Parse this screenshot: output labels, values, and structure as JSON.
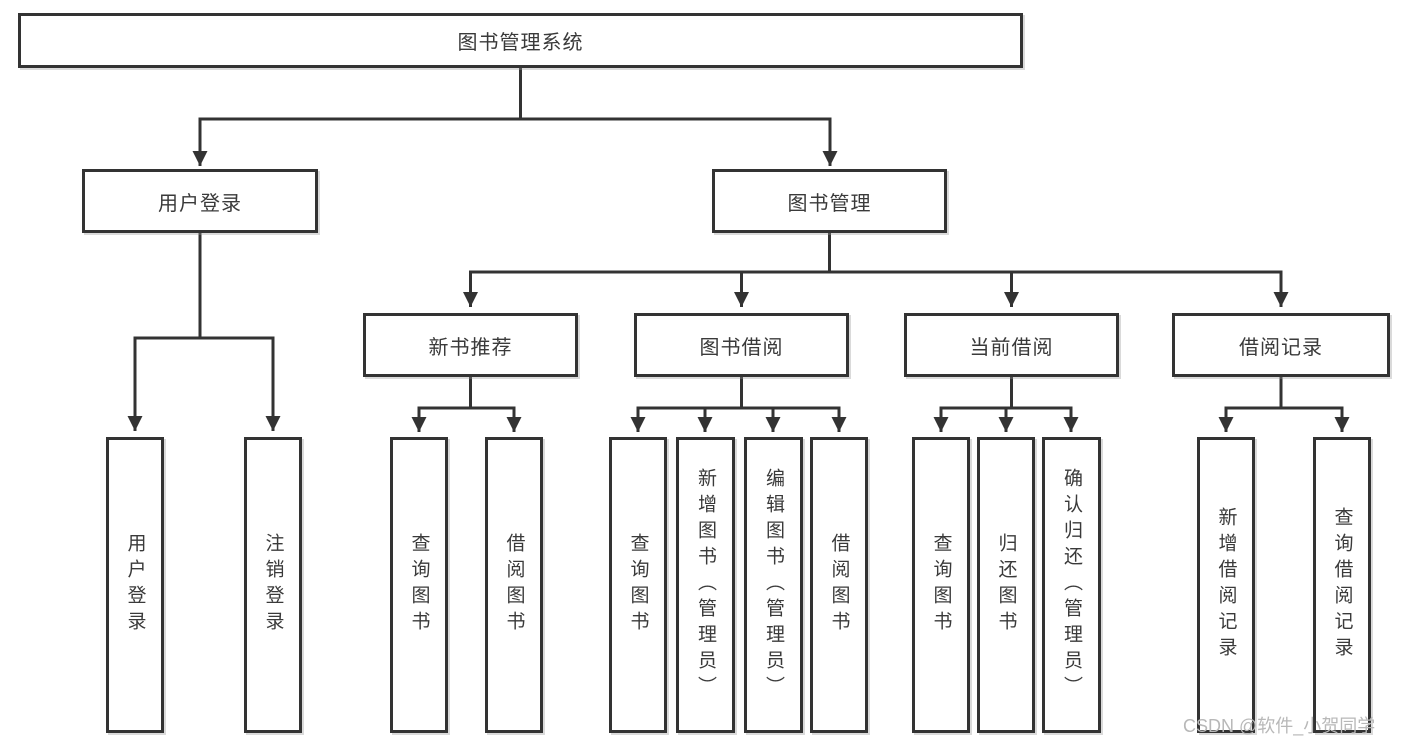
{
  "tree": {
    "root": {
      "label": "图书管理系统"
    },
    "children": [
      {
        "label": "用户登录",
        "children": [
          {
            "label": "用户登录"
          },
          {
            "label": "注销登录"
          }
        ]
      },
      {
        "label": "图书管理",
        "children": [
          {
            "label": "新书推荐",
            "children": [
              {
                "label": "查询图书"
              },
              {
                "label": "借阅图书"
              }
            ]
          },
          {
            "label": "图书借阅",
            "children": [
              {
                "label": "查询图书"
              },
              {
                "label": "新增图书（管理员）"
              },
              {
                "label": "编辑图书（管理员）"
              },
              {
                "label": "借阅图书"
              }
            ]
          },
          {
            "label": "当前借阅",
            "children": [
              {
                "label": "查询图书"
              },
              {
                "label": "归还图书"
              },
              {
                "label": "确认归还（管理员）"
              }
            ]
          },
          {
            "label": "借阅记录",
            "children": [
              {
                "label": "新增借阅记录"
              },
              {
                "label": "查询借阅记录"
              }
            ]
          }
        ]
      }
    ]
  },
  "watermark": {
    "text": "CSDN @软件_小贺同学"
  },
  "colors": {
    "line": "#333333",
    "box_border": "#333333",
    "text": "#3a3a3a",
    "watermark": "#b8b8b8",
    "background": "#ffffff"
  }
}
